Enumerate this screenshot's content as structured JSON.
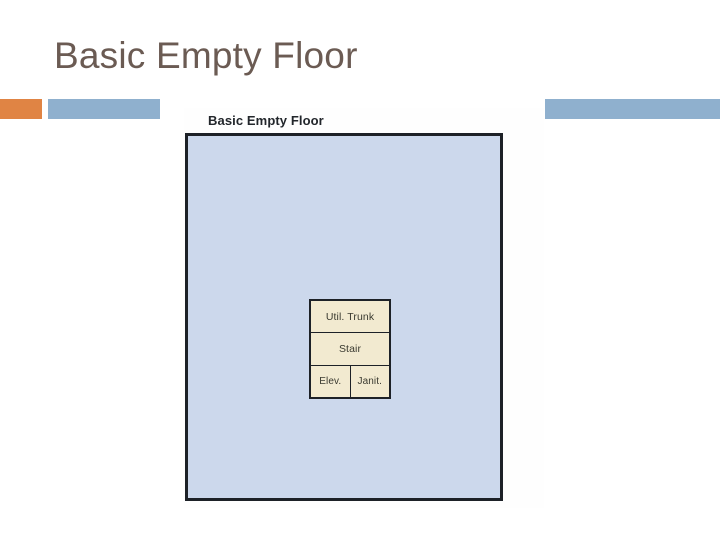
{
  "slide": {
    "title": "Basic Empty Floor"
  },
  "decor": {
    "accent_orange": "#e08444",
    "accent_blue": "#8fb0ce",
    "title_color": "#6b5b53"
  },
  "diagram": {
    "caption": "Basic Empty Floor",
    "floor_fill_color": "#ccd8ec",
    "outline_color": "#1d2127",
    "core_fill_color": "#f2ead0",
    "core_rows": [
      {
        "name": "utility-trunk",
        "cells": [
          {
            "label": "Util. Trunk"
          }
        ]
      },
      {
        "name": "stair",
        "cells": [
          {
            "label": "Stair"
          }
        ]
      },
      {
        "name": "elevator-janitor",
        "cells": [
          {
            "label": "Elev."
          },
          {
            "label": "Janit."
          }
        ]
      }
    ]
  }
}
